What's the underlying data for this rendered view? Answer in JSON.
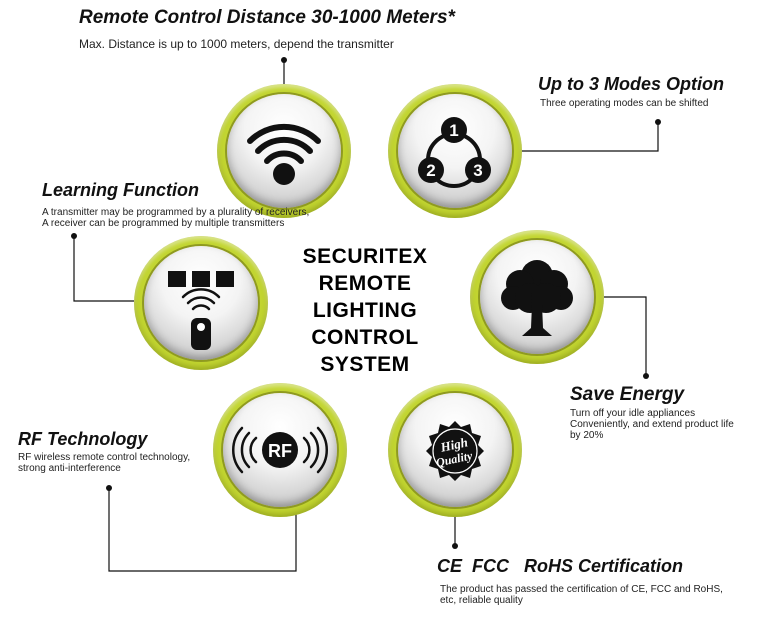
{
  "center": {
    "lines": [
      "SECURITEX",
      "REMOTE",
      "LIGHTING",
      "CONTROL",
      "SYSTEM"
    ]
  },
  "features": {
    "distance": {
      "title": "Remote Control Distance 30-1000 Meters*",
      "desc": [
        "Max. Distance is up to 1000 meters, depend the transmitter"
      ],
      "icon": "wifi-signal-icon"
    },
    "modes": {
      "title": "Up to 3 Modes Option",
      "desc": [
        "Three operating modes can be shifted"
      ],
      "icon": "three-modes-icon",
      "mode_numbers": [
        "1",
        "2",
        "3"
      ]
    },
    "learning": {
      "title": "Learning Function",
      "desc": [
        "A transmitter may be programmed by a plurality of receivers,",
        "A receiver can be programmed by multiple transmitters"
      ],
      "icon": "remote-receivers-icon"
    },
    "energy": {
      "title": "Save Energy",
      "desc": [
        "Turn off your idle appliances",
        "Conveniently, and extend product life",
        "by 20%"
      ],
      "icon": "tree-icon"
    },
    "rf": {
      "title": "RF Technology",
      "desc": [
        "RF wireless remote control technology,",
        "strong anti-interference"
      ],
      "icon": "rf-signal-icon",
      "icon_text": "RF"
    },
    "certification": {
      "title": "CE  FCC   RoHS Certification",
      "desc": [
        "The product has passed the certification of CE, FCC and RoHS,",
        "etc, reliable quality"
      ],
      "icon": "high-quality-seal-icon",
      "seal_text": [
        "High",
        "Quality"
      ]
    }
  },
  "colors": {
    "ring": "#c2d530",
    "connector": "#111111"
  }
}
